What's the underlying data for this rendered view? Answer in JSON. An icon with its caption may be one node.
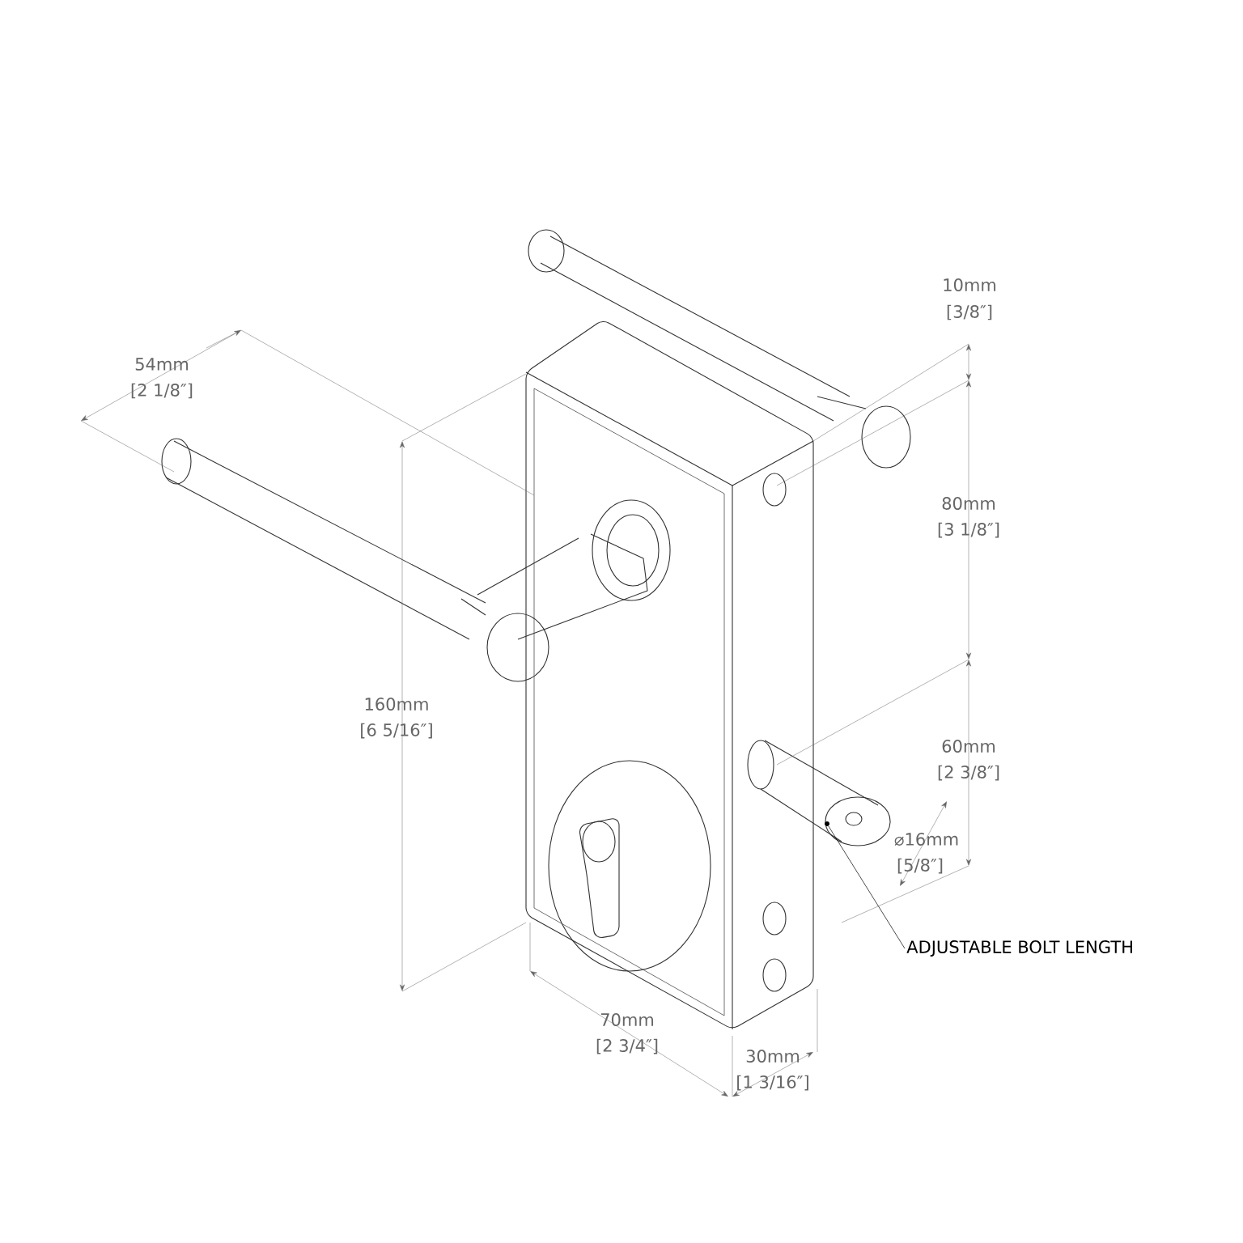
{
  "diagram": {
    "nodes": [
      {
        "text": [
          "ADJUSTABLE BOLT LENGTH"
        ]
      },
      {
        "text": [],
        "shape": "circle"
      }
    ],
    "edges": [
      {
        "from": 0,
        "to": 1,
        "arrow": "none"
      }
    ],
    "labels": [
      "10mm",
      "[3/8″]",
      "54mm",
      "[2 1/8″]",
      "80mm",
      "[3 1/8″]",
      "160mm",
      "[6 5/16″]",
      "60mm",
      "[2 3/8″]",
      "⌀16mm",
      "[5/8″]",
      "70mm",
      "[2 3/4″]",
      "30mm",
      "[1 3/16″]"
    ]
  }
}
